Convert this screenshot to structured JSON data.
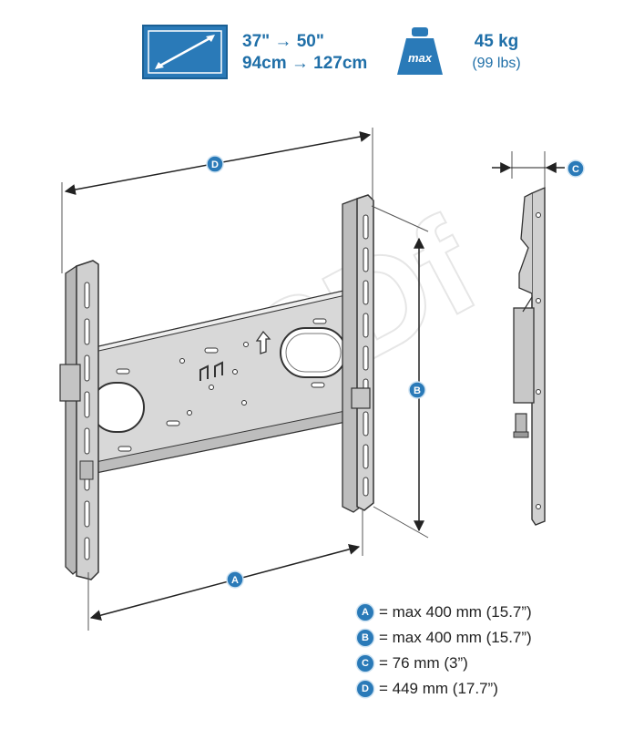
{
  "header": {
    "size_inches": "37\" → 50\"",
    "size_cm": "94cm → 127cm",
    "weight_badge": "max",
    "weight_kg": "45 kg",
    "weight_lbs": "(99 lbs)"
  },
  "dimension_markers": {
    "a": "A",
    "b": "B",
    "c": "C",
    "d": "D"
  },
  "legend": [
    {
      "key": "A",
      "text": "= max 400 mm (15.7”)"
    },
    {
      "key": "B",
      "text": "= max 400 mm (15.7”)"
    },
    {
      "key": "C",
      "text": "= 76 mm (3”)"
    },
    {
      "key": "D",
      "text": "= 449 mm (17.7”)"
    }
  ],
  "watermark": "3Df",
  "colors": {
    "accent": "#2a7ab8",
    "text_blue": "#1f6fa8",
    "metal": "#d4d4d4",
    "outline": "#3a3a3a"
  }
}
